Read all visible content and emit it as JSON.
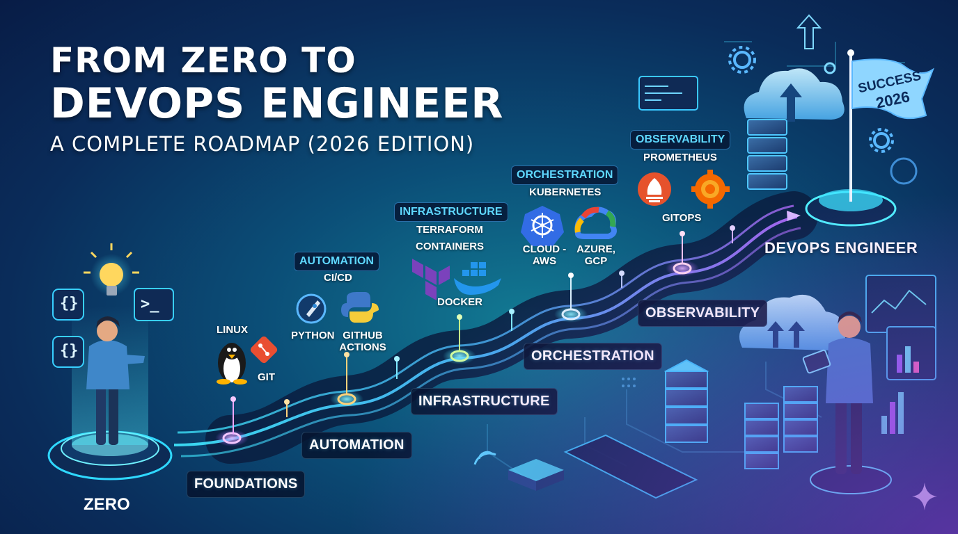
{
  "title": {
    "line1": "FROM ZERO TO",
    "line2": "DEVOPS ENGINEER",
    "subtitle": "A COMPLETE ROADMAP (2026 EDITION)"
  },
  "stages": {
    "zero": "ZERO",
    "foundations": "FOUNDATIONS",
    "automation": "AUTOMATION",
    "infrastructure": "INFRASTRUCTURE",
    "orchestration": "ORCHESTRATION",
    "observability": "OBSERVABILITY",
    "devops_engineer": "DEVOPS ENGINEER"
  },
  "categories": {
    "automation": "AUTOMATION",
    "infrastructure": "INFRASTRUCTURE",
    "orchestration": "ORCHESTRATION",
    "observability": "OBSERVABILITY"
  },
  "tools": {
    "linux": "LINUX",
    "git": "GIT",
    "cicd": "CI/CD",
    "python": "PYTHON",
    "github_actions": "GITHUB ACTIONS",
    "terraform": "TERRAFORM",
    "containers": "CONTAINERS",
    "docker": "DOCKER",
    "kubernetes": "KUBERNETES",
    "cloud_aws": "CLOUD - AWS",
    "azure_gcp": "AZURE, GCP",
    "prometheus": "PROMETHEUS",
    "gitops": "GITOPS"
  },
  "flag": {
    "line1": "SUCCESS",
    "line2": "2026"
  },
  "icons": {
    "terminal": ">_",
    "braces": "{}"
  },
  "colors": {
    "accent_cyan": "#5fd8ff",
    "path_start": "#39e6ff",
    "path_end": "#b26bff",
    "bg_dark": "#081c46"
  }
}
